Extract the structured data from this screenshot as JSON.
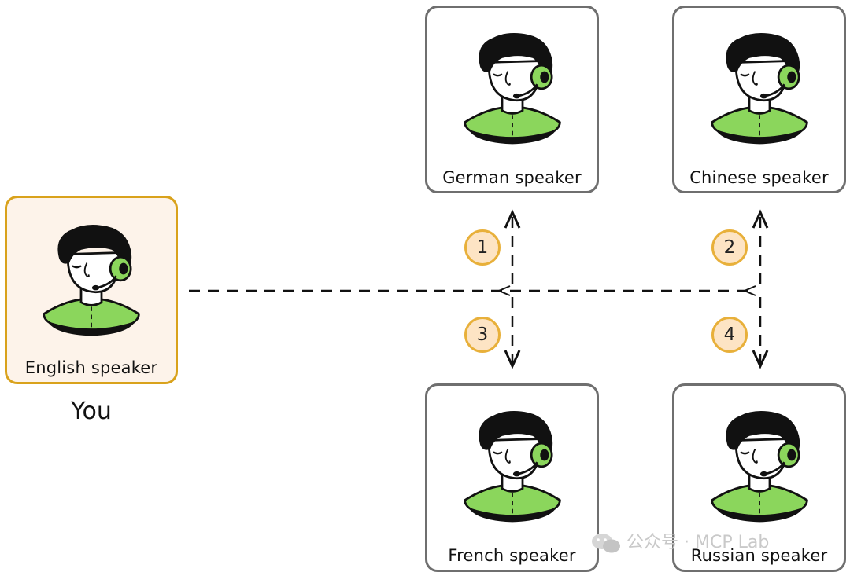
{
  "cards": [
    {
      "id": "english",
      "label": "English speaker"
    },
    {
      "id": "german",
      "label": "German speaker"
    },
    {
      "id": "chinese",
      "label": "Chinese speaker"
    },
    {
      "id": "french",
      "label": "French speaker"
    },
    {
      "id": "russian",
      "label": "Russian speaker"
    }
  ],
  "you_caption": "You",
  "steps": [
    "1",
    "2",
    "3",
    "4"
  ],
  "watermark": "公众号 · MCP Lab",
  "colors": {
    "accent_green": "#8bd65c",
    "you_border": "#d9a21c",
    "you_background": "#fdf3ea",
    "badge_fill": "#fde4c4",
    "badge_border": "#e8b03a",
    "card_border": "#6f6f6f"
  }
}
